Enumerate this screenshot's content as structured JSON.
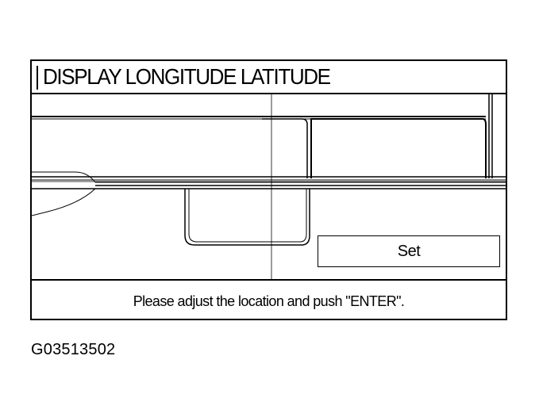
{
  "header": {
    "title": "DISPLAY LONGITUDE LATITUDE"
  },
  "map": {
    "button": {
      "label": "Set"
    }
  },
  "footer": {
    "instruction": "Please adjust the location and push \"ENTER\"."
  },
  "figure": {
    "id": "G03513502"
  },
  "colors": {
    "line": "#000000",
    "background": "#ffffff"
  }
}
